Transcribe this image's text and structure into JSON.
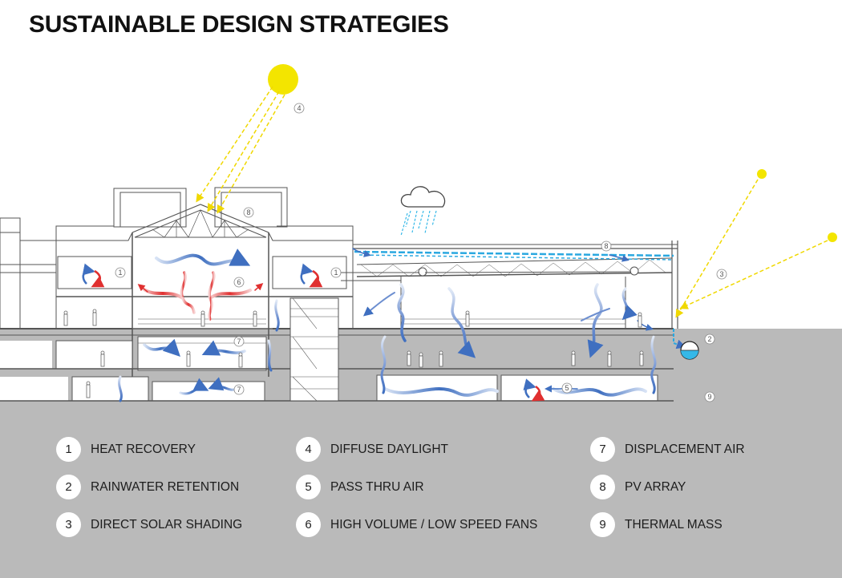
{
  "title": "SUSTAINABLE DESIGN STRATEGIES",
  "legend": [
    {
      "num": "1",
      "label": "HEAT RECOVERY"
    },
    {
      "num": "2",
      "label": "RAINWATER RETENTION"
    },
    {
      "num": "3",
      "label": "DIRECT SOLAR SHADING"
    },
    {
      "num": "4",
      "label": "DIFFUSE DAYLIGHT"
    },
    {
      "num": "5",
      "label": "PASS THRU AIR"
    },
    {
      "num": "6",
      "label": "HIGH VOLUME / LOW SPEED FANS"
    },
    {
      "num": "7",
      "label": "DISPLACEMENT AIR"
    },
    {
      "num": "8",
      "label": "PV ARRAY"
    },
    {
      "num": "9",
      "label": "THERMAL MASS"
    }
  ],
  "colors": {
    "ground": "#bababa",
    "sun": "#f3e500",
    "solar_ray": "#f0d800",
    "cool_air": "#3f6fc0",
    "warm_air": "#e03030",
    "rain": "#35b8e8",
    "pv": "#2aa8e0",
    "structure": "#555555"
  }
}
